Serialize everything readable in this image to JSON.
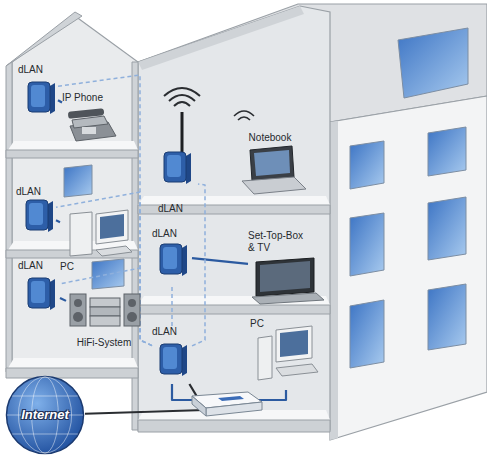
{
  "diagram": {
    "nodes": [
      {
        "text": [
          "dLAN"
        ]
      },
      {
        "text": [
          "IP Phone"
        ]
      },
      {
        "text": [
          "dLAN"
        ]
      },
      {
        "text": [
          "Notebook"
        ]
      },
      {
        "text": [
          "dLAN"
        ]
      },
      {
        "text": [
          "PC"
        ]
      },
      {
        "text": [
          "dLAN"
        ]
      },
      {
        "text": [
          "Set-Top-Box & TV"
        ]
      },
      {
        "text": [
          "dLAN"
        ]
      },
      {
        "text": [
          "HiFi-System"
        ]
      },
      {
        "text": [
          "dLAN"
        ]
      },
      {
        "text": [
          "PC"
        ]
      },
      {
        "text": [
          "Internet"
        ]
      }
    ],
    "edges": [
      {
        "from": 0,
        "to": 1,
        "arrow": "none"
      },
      {
        "from": 4,
        "to": 5,
        "arrow": "none"
      },
      {
        "from": 6,
        "to": 7,
        "arrow": "none"
      },
      {
        "from": 8,
        "to": 9,
        "arrow": "none"
      },
      {
        "from": 10,
        "to": 11,
        "arrow": "none"
      },
      {
        "from": 12,
        "to": 10,
        "arrow": "none"
      },
      {
        "from": 10,
        "to": 0,
        "arrow": "none"
      },
      {
        "from": 10,
        "to": 2,
        "arrow": "none"
      },
      {
        "from": 10,
        "to": 4,
        "arrow": "none"
      },
      {
        "from": 10,
        "to": 6,
        "arrow": "none"
      },
      {
        "from": 10,
        "to": 8,
        "arrow": "none"
      }
    ]
  }
}
